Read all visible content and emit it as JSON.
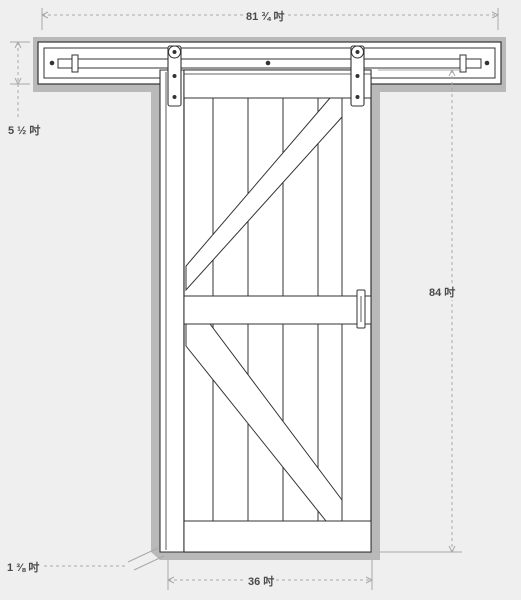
{
  "dimensions": {
    "overall_width": "81 ¾ 吋",
    "header_height": "5 ½ 吋",
    "door_height": "84 吋",
    "door_thickness": "1 ⅜ 吋",
    "door_width": "36 吋"
  },
  "colors": {
    "background": "#efefef",
    "shadow": "#b9b9b9",
    "line": "#333333",
    "dimension_line": "#a8a8a8",
    "fill": "#ffffff"
  }
}
